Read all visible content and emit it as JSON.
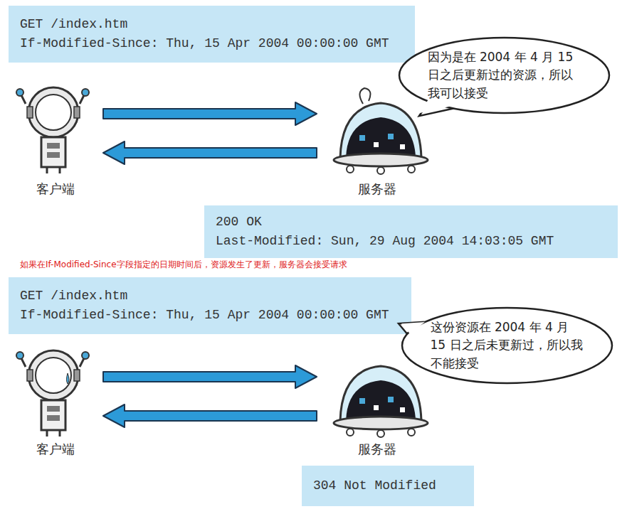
{
  "diagram": {
    "nodes": [
      {
        "text": [
          "GET /index.htm",
          "If-Modified-Since: Thu, 15 Apr 2004 00:00:00 GMT"
        ]
      },
      {
        "text": [
          "因为是在 2004 年 4 月 15 日之后更新过的资源，所以我可以接受"
        ]
      },
      {
        "text": [
          "客户端"
        ]
      },
      {
        "text": [
          "服务器"
        ]
      },
      {
        "text": [
          "200 OK",
          "Last-Modified: Sun, 29 Aug 2004 14:03:05 GMT"
        ]
      },
      {
        "text": [
          "GET /index.htm",
          "If-Modified-Since: Thu, 15 Apr 2004 00:00:00 GMT"
        ]
      },
      {
        "text": [
          "这份资源在 2004 年 4 月 15 日之后未更新过，所以我不能接受"
        ]
      },
      {
        "text": [
          "客户端"
        ]
      },
      {
        "text": [
          "服务器"
        ]
      },
      {
        "text": [
          "304 Not Modified"
        ]
      }
    ],
    "edges": [
      {
        "from": 2,
        "to": 3,
        "arrow": "to"
      },
      {
        "from": 3,
        "to": 2,
        "arrow": "to"
      },
      {
        "from": 7,
        "to": 8,
        "arrow": "to"
      },
      {
        "from": 8,
        "to": 7,
        "arrow": "to"
      }
    ],
    "labels": [
      "如果在If-Modified-Since字段指定的日期时间后，资源发生了更新，服务器会接受请求"
    ]
  }
}
